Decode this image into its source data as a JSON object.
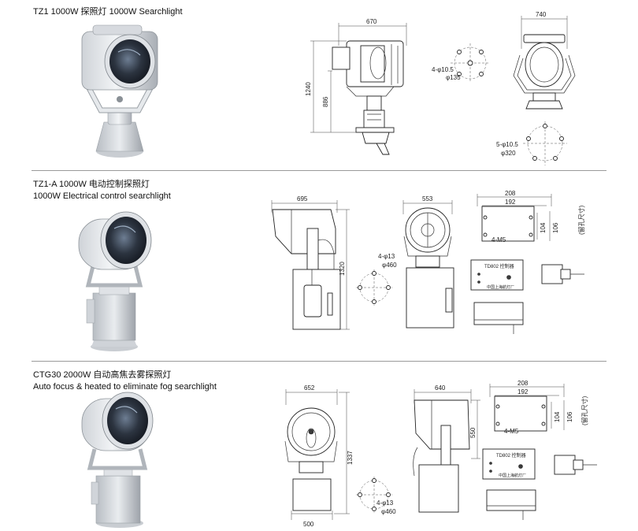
{
  "products": [
    {
      "title_line1": "TZ1 1000W 探照灯 1000W Searchlight",
      "title_line2": "",
      "dims": {
        "side_width": "670",
        "front_width": "740",
        "total_height": "1240",
        "upper_height": "886",
        "holes_top_count": "4-φ10.5",
        "holes_top_dia": "φ135",
        "holes_base_count": "5-φ10.5",
        "holes_base_dia": "φ320"
      }
    },
    {
      "title_line1": "TZ1-A 1000W 电动控制探照灯",
      "title_line2": "1000W Electrical control searchlight",
      "dims": {
        "side_width": "695",
        "front_width": "553",
        "total_height": "1320",
        "holes_count": "4-φ13",
        "holes_dia": "φ460",
        "panel_outer": "208",
        "panel_inner": "192",
        "panel_hole_note": "(留孔尺寸)",
        "panel_height": "104",
        "panel_outer_height": "106",
        "panel_screws": "4-M5",
        "control_box_label": "TD802 控制器",
        "control_box_maker": "中国上海航灯厂"
      }
    },
    {
      "title_line1": "CTG30 2000W 自动高焦去雾探照灯",
      "title_line2": "Auto focus & heated to eliminate fog searchlight",
      "dims": {
        "front_width": "652",
        "side_width": "640",
        "total_height": "1337",
        "upper_height": "550",
        "base_width": "500",
        "holes_count": "4-φ13",
        "holes_dia": "φ460",
        "panel_outer": "208",
        "panel_inner": "192",
        "panel_hole_note": "(留孔尺寸)",
        "panel_height": "104",
        "panel_outer_height": "106",
        "panel_screws": "4-M5",
        "control_box_label": "TD802 控制器",
        "control_box_maker": "中国上海航灯厂"
      }
    }
  ]
}
